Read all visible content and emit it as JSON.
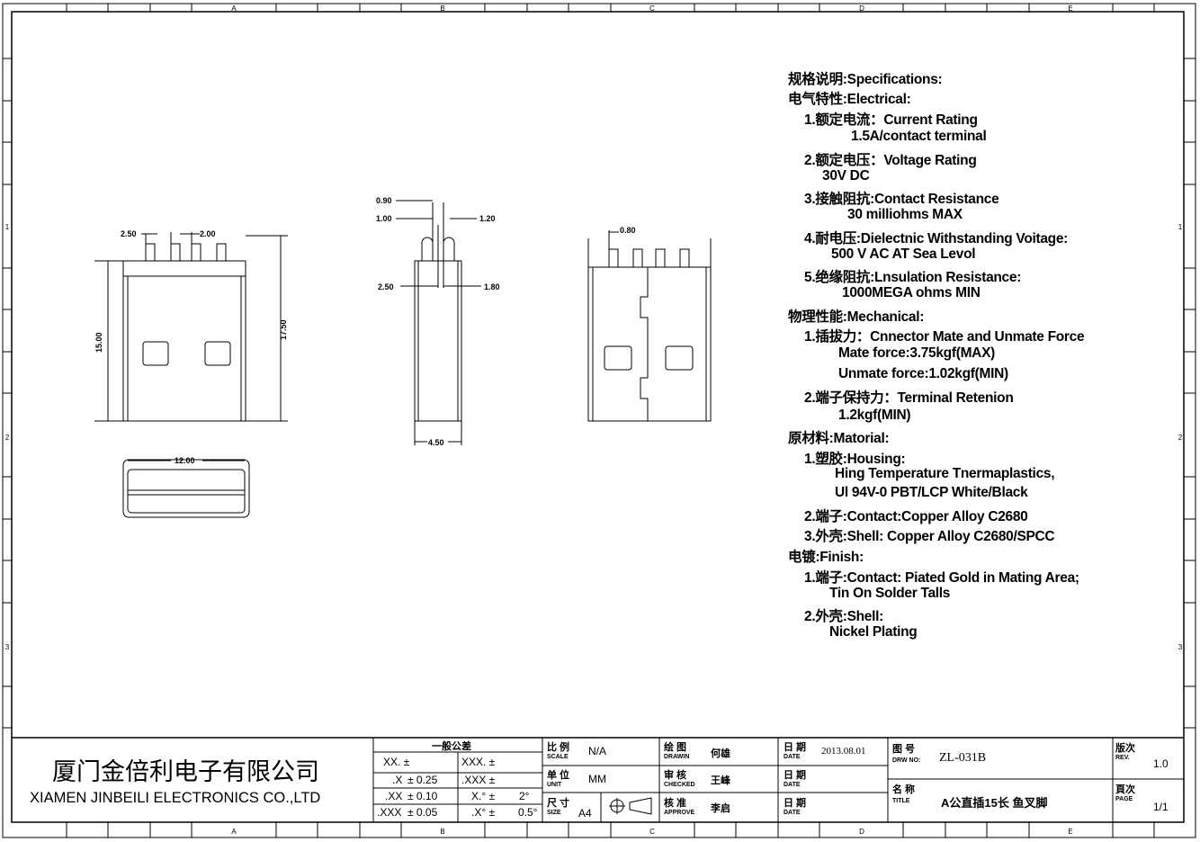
{
  "frame": {
    "column_labels": [
      "A",
      "B",
      "C",
      "D",
      "E"
    ],
    "row_labels": [
      "1",
      "2",
      "3"
    ]
  },
  "dimensions": {
    "front": {
      "pitch_left": "2.50",
      "pitch_right": "2.00",
      "height_shell": "15.00",
      "height_total": "17.50"
    },
    "end": {
      "width": "12.00"
    },
    "side": {
      "t090": "0.90",
      "t100": "1.00",
      "t120": "1.20",
      "t250": "2.50",
      "t180": "1.80",
      "width": "4.50"
    },
    "back": {
      "t080": "0.80"
    }
  },
  "specifications": [
    "规格说明:Specifications:",
    "电气特性:Electrical:",
    "1.额定电流：Current Rating",
    "1.5A/contact terminal",
    "2.额定电压：Voltage Rating",
    "30V DC",
    "3.接触阻抗:Contact Resistance",
    "30 milliohms MAX",
    "4.耐电压:Dielectnic Withstanding Voitage:",
    "500 V AC AT Sea Levol",
    "5.绝缘阻抗:Lnsulation Resistance:",
    "1000MEGA ohms MIN",
    "物理性能:Mechanical:",
    "1.插拔力：Cnnector Mate and Unmate Force",
    "Mate force:3.75kgf(MAX)",
    "Unmate force:1.02kgf(MIN)",
    "2.端子保持力：Terminal Retenion",
    "1.2kgf(MIN)",
    "原材料:Matorial:",
    "1.塑胶:Housing:",
    "Hing Temperature  Tnermaplastics,",
    "Ul 94V-0  PBT/LCP White/Black",
    "2.端子:Contact:Copper Alloy C2680",
    "3.外壳:Shell: Copper Alloy C2680/SPCC",
    "电镀:Finish:",
    "1.端子:Contact: Piated Gold in Mating Area;",
    "Tin On Solder Talls",
    "2.外壳:Shell:",
    "Nickel Plating"
  ],
  "title_block": {
    "company_cn": "厦门金倍利电子有限公司",
    "company_en": "XIAMEN JINBEILI ELECTRONICS CO.,LTD",
    "tolerance_header": "一般公差",
    "tol": {
      "xx": "XX. ±",
      "xxx": "XXX. ±",
      "dx": ".X",
      "dx_val": "± 0.25",
      "dxxx": ".XXX ±",
      "dxx": ".XX",
      "dxx_val": "± 0.10",
      "ang1": "X.° ±",
      "ang1_val": "2°",
      "dxxx2": ".XXX",
      "dxxx2_val": "± 0.05",
      "ang2": ".X° ±",
      "ang2_val": "0.5°"
    },
    "scale_cn": "比 例",
    "scale_en": "SCALE",
    "scale_val": "N/A",
    "unit_cn": "单 位",
    "unit_en": "UNIT",
    "unit_val": "MM",
    "size_cn": "尺 寸",
    "size_en": "SIZE",
    "size_val": "A4",
    "drawn_cn": "绘 图",
    "drawn_en": "DRAWIN",
    "drawn_val": "何雄",
    "checked_cn": "审 核",
    "checked_en": "CHECKED",
    "checked_val": "王峰",
    "approve_cn": "核 准",
    "approve_en": "APPROVE",
    "approve_val": "李启",
    "date_cn": "日 期",
    "date_en": "DATE",
    "date_val": "2013.08.01",
    "dwg_cn": "图 号",
    "dwg_en": "DRW NO:",
    "dwg_val": "ZL-031B",
    "title_cn": "名 称",
    "title_en": "TITLE",
    "title_val": "A公直插15长 鱼叉脚",
    "rev_cn": "版次",
    "rev_en": "REV.",
    "rev_val": "1.0",
    "page_cn": "頁次",
    "page_en": "PAGE",
    "page_val": "1/1"
  }
}
